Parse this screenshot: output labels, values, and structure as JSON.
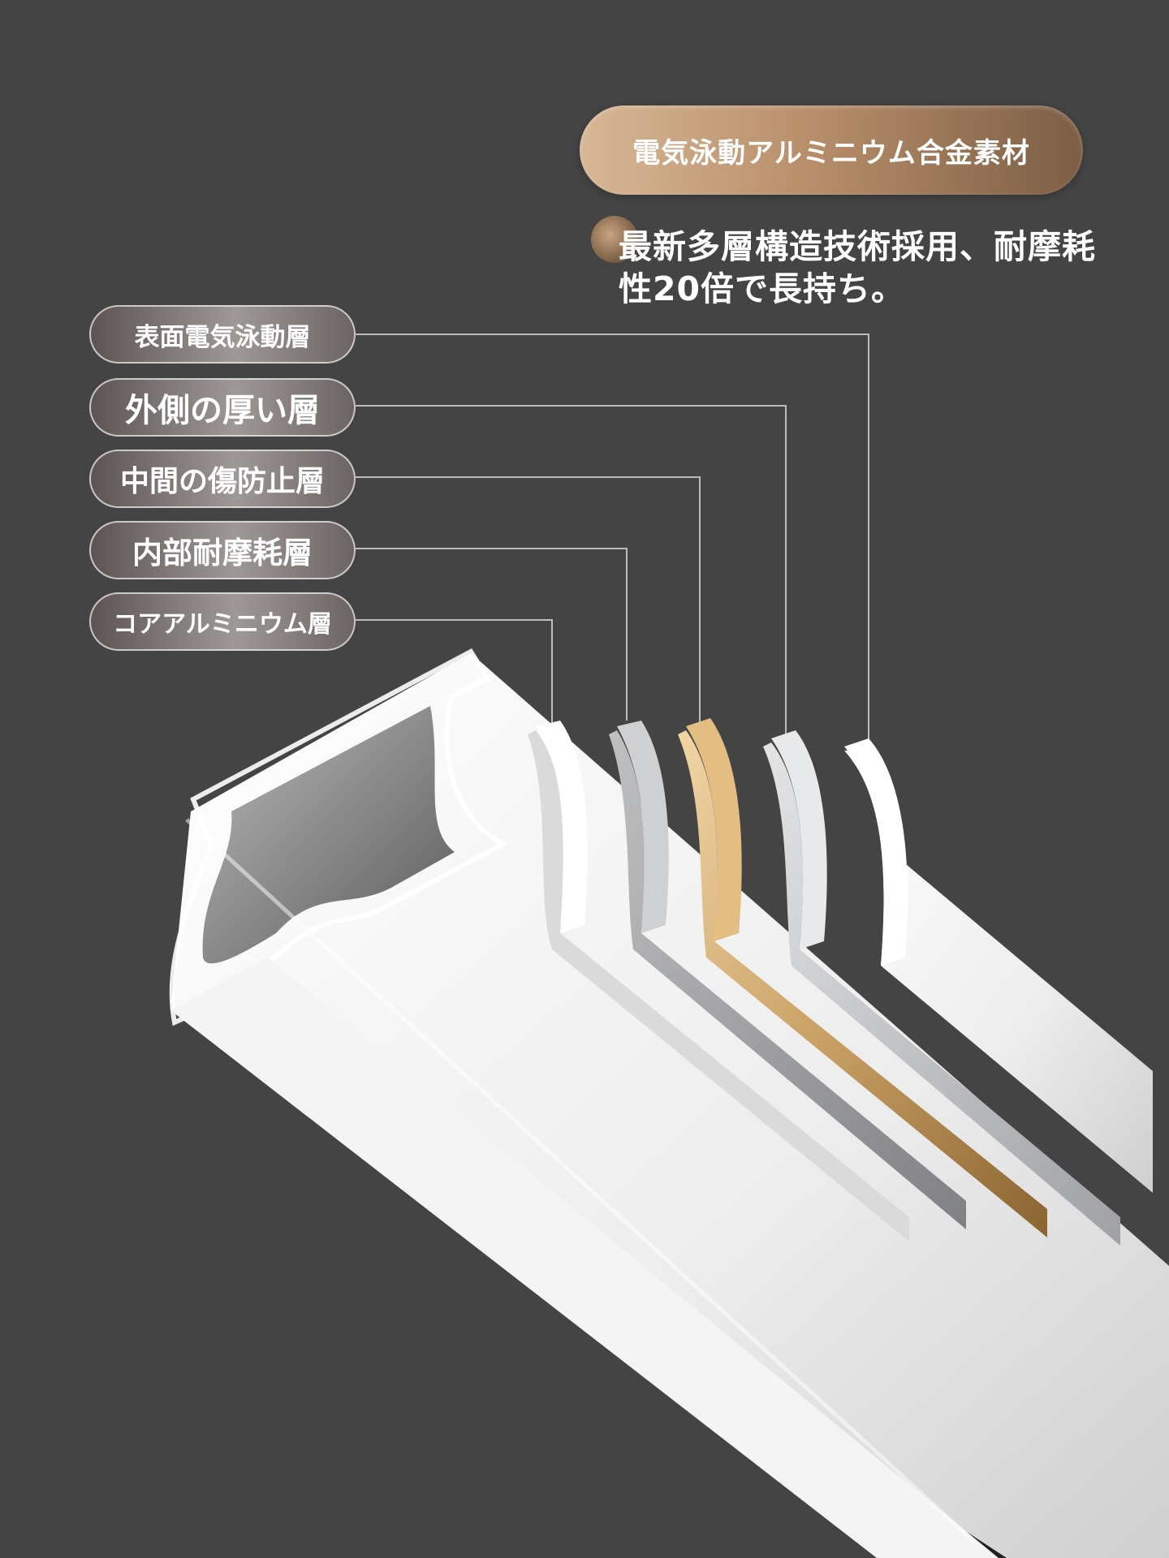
{
  "header": {
    "title": "電気泳動アルミニウム合金素材",
    "pill_colors": [
      "#d7b796",
      "#b98f6b",
      "#7c5e45"
    ]
  },
  "tagline": {
    "line1": "最新多層構造技術採用、耐摩耗",
    "line2": "性20倍で長持ち。"
  },
  "layers": [
    {
      "label": "表面電気泳動層",
      "color": "#f2f2f2"
    },
    {
      "label": "外側の厚い層",
      "color": "#c9cbcd"
    },
    {
      "label": "中間の傷防止層",
      "color": "#c9a46a"
    },
    {
      "label": "内部耐摩耗層",
      "color": "#a8a9ab"
    },
    {
      "label": "コアアルミニウム層",
      "color": "#eeeeee"
    }
  ],
  "theme": {
    "background": "#444444",
    "leader_line": "#bdbdbd"
  },
  "icons": {
    "bullet": "bullet-dot",
    "product": "curtain-rail-cross-section"
  }
}
